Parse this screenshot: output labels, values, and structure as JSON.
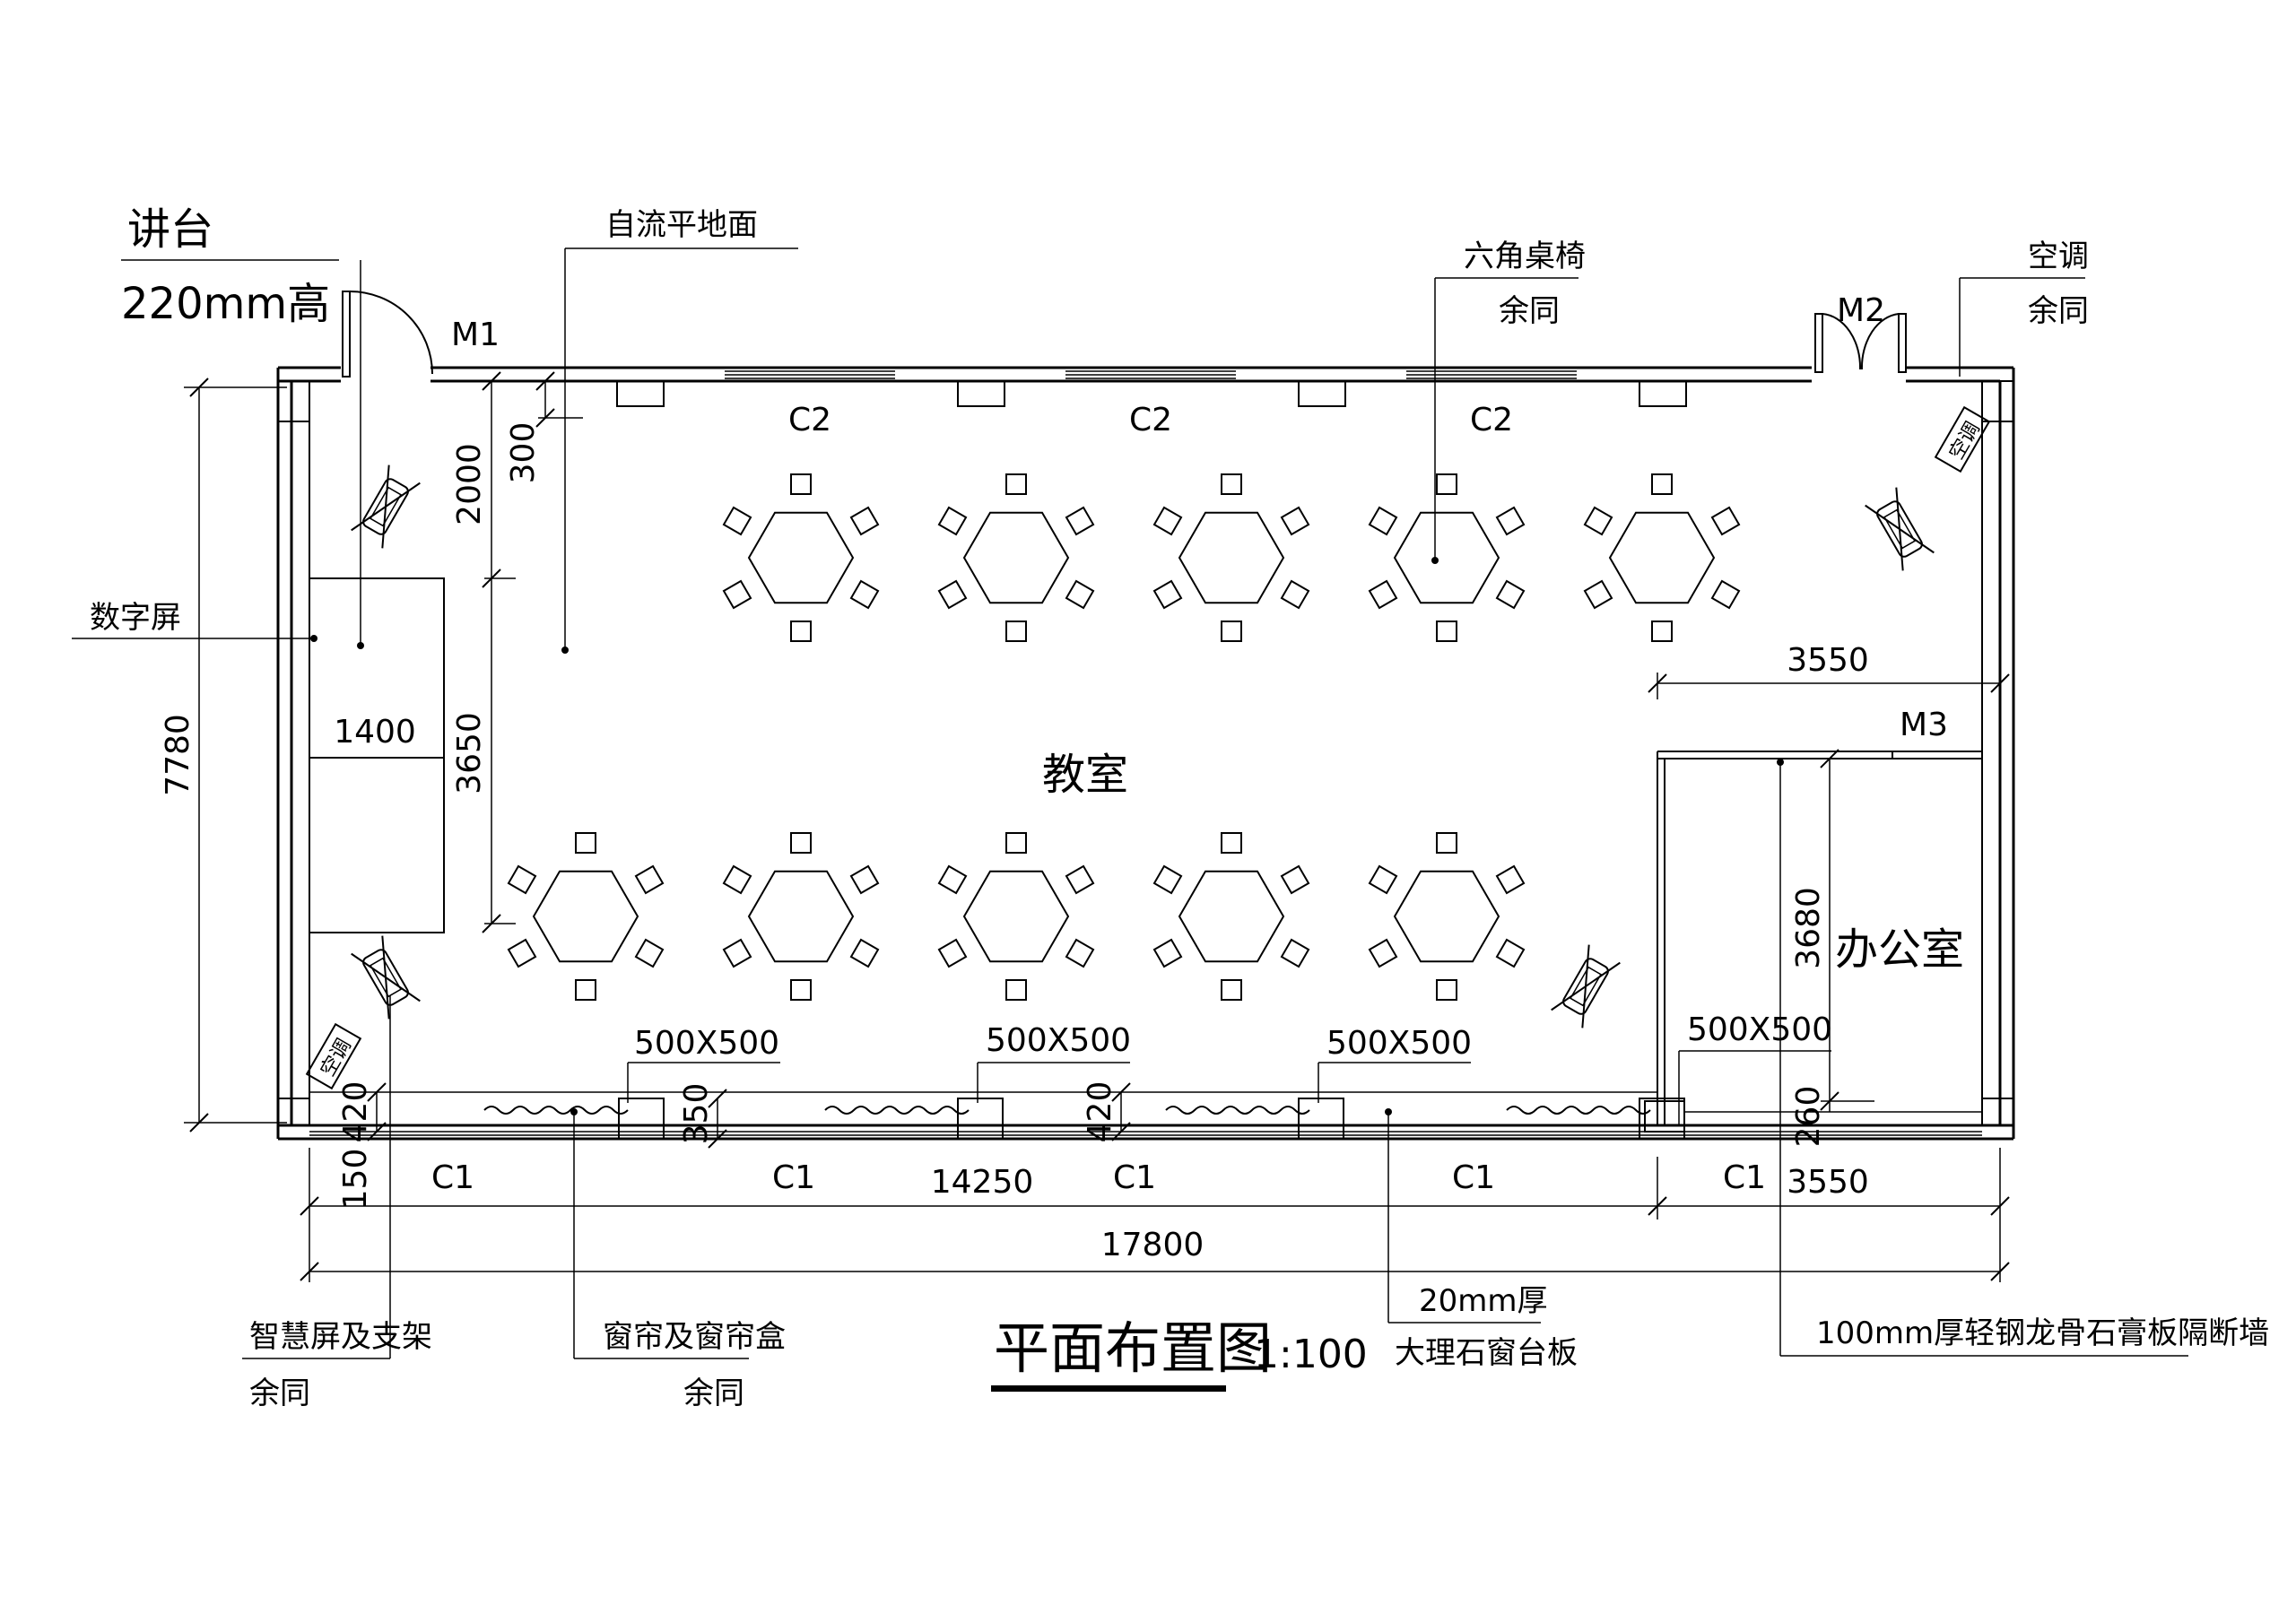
{
  "title": "平面布置图",
  "scale": "1:100",
  "rooms": {
    "classroom": "教室",
    "office": "办公室"
  },
  "labels": {
    "podium": "讲台",
    "podium_height": "220mm高",
    "self_level_floor": "自流平地面",
    "hex_table": "六角桌椅",
    "same_note": "余同",
    "ac": "空调",
    "digital_screen": "数字屏",
    "smart_screen": "智慧屏及支架",
    "curtain": "窗帘及窗帘盒",
    "marble_thickness": "20mm厚",
    "marble_sill": "大理石窗台板",
    "partition": "100mm厚轻钢龙骨石膏板隔断墙",
    "ac_tag": "空调"
  },
  "doors": [
    "M1",
    "M2",
    "M3"
  ],
  "windows": {
    "top": [
      "C2",
      "C2",
      "C2"
    ],
    "bottom": [
      "C1",
      "C1",
      "C1",
      "C1",
      "C1"
    ]
  },
  "columns": [
    "500X500",
    "500X500",
    "500X500",
    "500X500"
  ],
  "dimensions": {
    "total_width": "17800",
    "classroom_width": "14250",
    "office_width_bottom": "3550",
    "office_width_top": "3550",
    "height": "7780",
    "d2000": "2000",
    "d300": "300",
    "d3650": "3650",
    "d1400": "1400",
    "d3680": "3680",
    "d260": "260",
    "d420a": "420",
    "d150": "150",
    "d350": "350",
    "d420b": "420"
  },
  "colors": {
    "line": "#000000",
    "background": "#ffffff"
  }
}
